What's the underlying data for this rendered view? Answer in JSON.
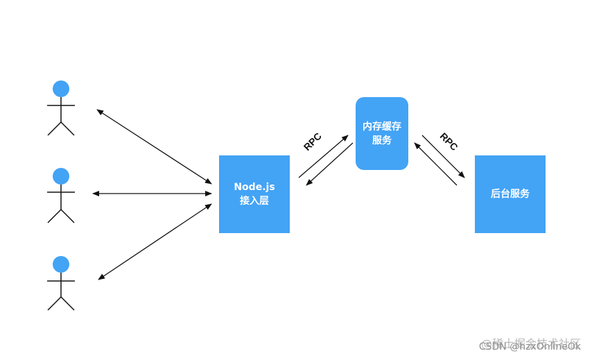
{
  "nodes": {
    "nodejs": {
      "line1": "Node.js",
      "line2": "接入层"
    },
    "cache": {
      "line1": "内存缓存",
      "line2": "服务"
    },
    "backend": {
      "line1": "后台服务"
    }
  },
  "edges": {
    "rpc_left": "RPC",
    "rpc_right": "RPC"
  },
  "watermarks": {
    "juejin": "@稀土掘金技术社区",
    "csdn": "CSDN @hzxOnlineOk"
  },
  "colors": {
    "node_fill": "#43a3f5",
    "arrow": "#111111",
    "stick_figure": "#111111"
  }
}
